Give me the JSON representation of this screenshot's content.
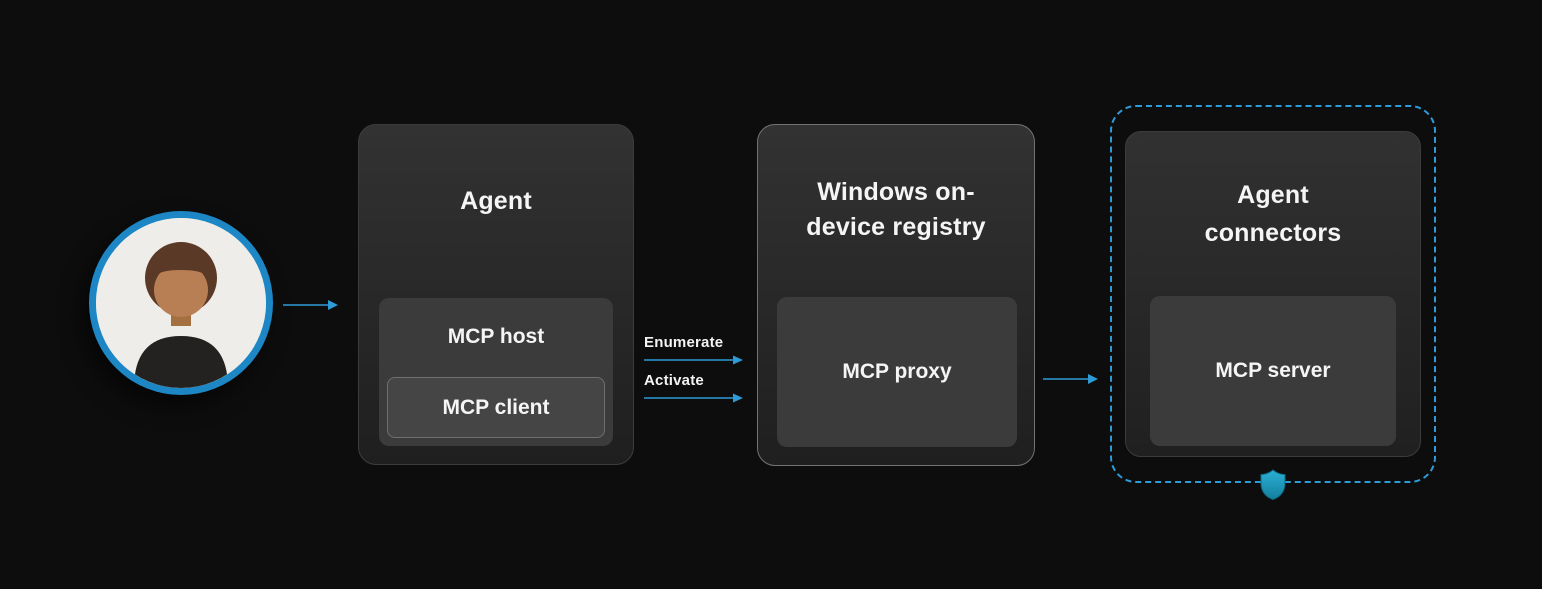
{
  "colors": {
    "background": "#0d0d0d",
    "accent": "#2e9bd6",
    "panel": "#2c2c2c",
    "inner_panel": "#3b3b3b",
    "registry_border": "#737373",
    "shield": "#1a9fc0",
    "text": "#ffffff"
  },
  "icons": {
    "avatar": "user-avatar",
    "shield": "security-shield-icon",
    "arrow": "flow-arrow-icon"
  },
  "agent": {
    "title": "Agent",
    "host_label": "MCP host",
    "client_label": "MCP client"
  },
  "flows": {
    "enumerate": "Enumerate",
    "activate": "Activate"
  },
  "registry": {
    "title": "Windows on-device registry",
    "proxy_label": "MCP proxy"
  },
  "connectors": {
    "title": "Agent connectors",
    "server_label": "MCP server"
  }
}
